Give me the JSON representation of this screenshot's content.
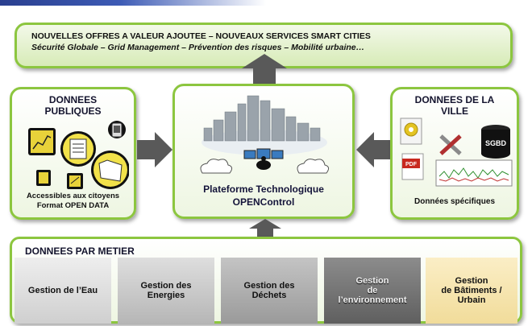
{
  "header": {
    "text": ""
  },
  "top_box": {
    "line1": "NOUVELLES OFFRES A VALEUR AJOUTEE – NOUVEAUX SERVICES SMART CITIES",
    "line2": "Sécurité Globale – Grid Management – Prévention des risques – Mobilité urbaine…"
  },
  "left_box": {
    "title_line1": "DONNEES",
    "title_line2": "PUBLIQUES",
    "caption_line1": "Accessibles aux citoyens",
    "caption_line2": "Format OPEN DATA"
  },
  "center_box": {
    "caption_line1": "Plateforme Technologique",
    "caption_line2": "OPENControl"
  },
  "right_box": {
    "title_line1": "DONNEES DE LA",
    "title_line2": "VILLE",
    "sgbd_label": "SGBD",
    "pdf_label": "PDF",
    "caption": "Données spécifiques"
  },
  "bottom_box": {
    "title": "DONNEES PAR METIER",
    "tiles": [
      {
        "line1": "Gestion de l’Eau",
        "line2": "",
        "line3": "",
        "bg": "#d9d9d9",
        "color": "#111111"
      },
      {
        "line1": "Gestion des",
        "line2": "Energies",
        "line3": "",
        "bg": "#c3c3c3",
        "color": "#111111"
      },
      {
        "line1": "Gestion des",
        "line2": "Déchets",
        "line3": "",
        "bg": "#a6a6a6",
        "color": "#111111"
      },
      {
        "line1": "Gestion",
        "line2": "de",
        "line3": "l’environnement",
        "bg": "#7a7a7a",
        "color": "#f2f2f2"
      },
      {
        "line1": "Gestion",
        "line2": "de Bâtiments /",
        "line3": "Urbain",
        "bg": "#f7e7b6",
        "color": "#111111"
      }
    ]
  },
  "colors": {
    "border_green": "#8cc63f",
    "arrow_gray": "#595959"
  }
}
